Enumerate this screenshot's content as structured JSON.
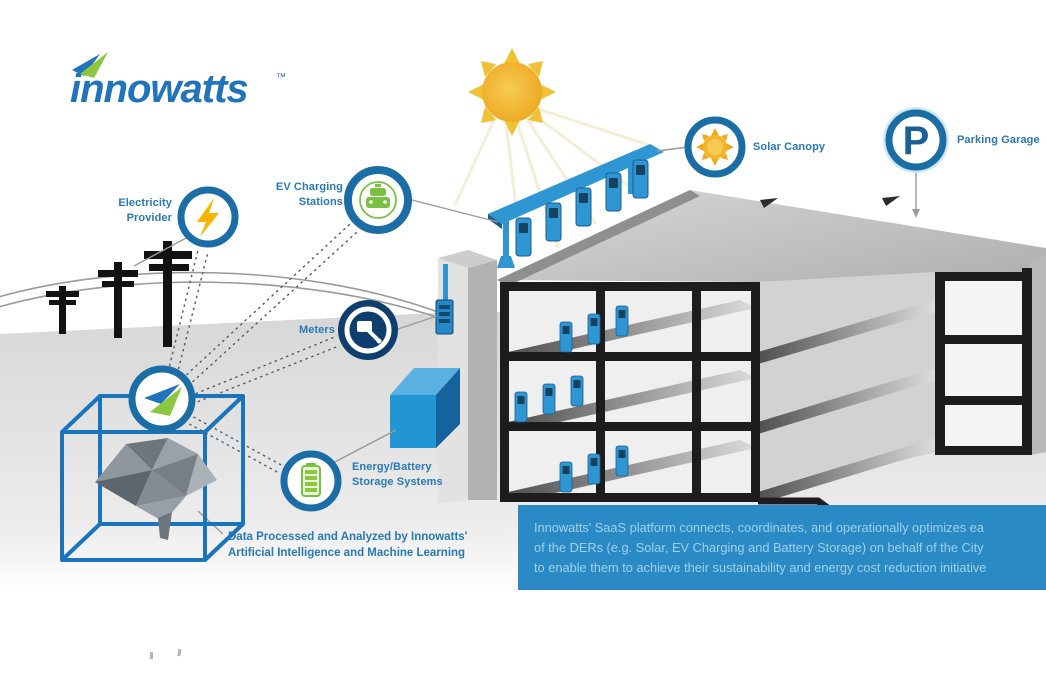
{
  "logo": {
    "text": "innowatts",
    "trademark": "™"
  },
  "annotations": {
    "electricity_provider": {
      "line1": "Electricity",
      "line2": "Provider"
    },
    "ev_charging": {
      "line1": "EV Charging",
      "line2": "Stations"
    },
    "meters": {
      "label": "Meters"
    },
    "energy_battery": {
      "line1": "Energy/Battery",
      "line2": "Storage Systems"
    },
    "solar_canopy": {
      "label": "Solar Canopy"
    },
    "parking_garage": {
      "label": "Parking Garage",
      "symbol": "P"
    },
    "ai_caption": {
      "line1": "Data Processed and Analyzed by Innowatts'",
      "line2": "Artificial Intelligence and Machine Learning"
    }
  },
  "info_box": {
    "line1": "Innowatts' SaaS platform connects, coordinates, and operationally optimizes ea",
    "line2": "of the DERs (e.g. Solar, EV Charging and Battery Storage) on behalf of the City",
    "line3": "to enable them to achieve their sustainability and energy cost reduction initiative"
  },
  "colors": {
    "brand_blue": "#2173ba",
    "icon_ring_blue": "#1b6da6",
    "meters_navy": "#0d3e6e",
    "accent_green": "#8dc63f",
    "sun_yellow": "#f2b62c",
    "charger_blue": "#2f96d4",
    "info_box_bg": "#2a8ac6",
    "label_blue": "#2a79b5"
  }
}
